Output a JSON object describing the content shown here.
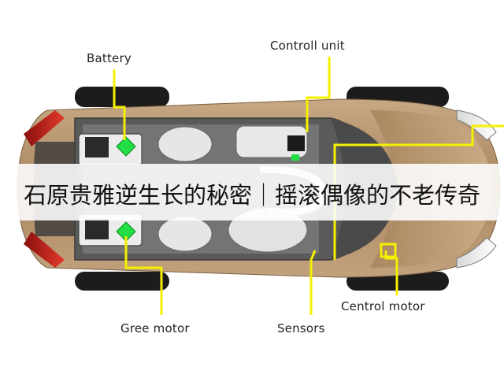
{
  "labels": {
    "battery": "Battery",
    "control_unit": "Controll unit",
    "green_motor": "Gree motor",
    "sensors": "Sensors",
    "central_motor": "Centrol motor"
  },
  "banner": {
    "text": "石原贵雅逆生长的秘密｜摇滚偶像的不老传奇"
  },
  "colors": {
    "car_body": "#b08f6a",
    "callout_line": "#f4f000",
    "component_highlight": "#22dd44",
    "tail_light": "#d62020",
    "background": "#ffffff"
  }
}
